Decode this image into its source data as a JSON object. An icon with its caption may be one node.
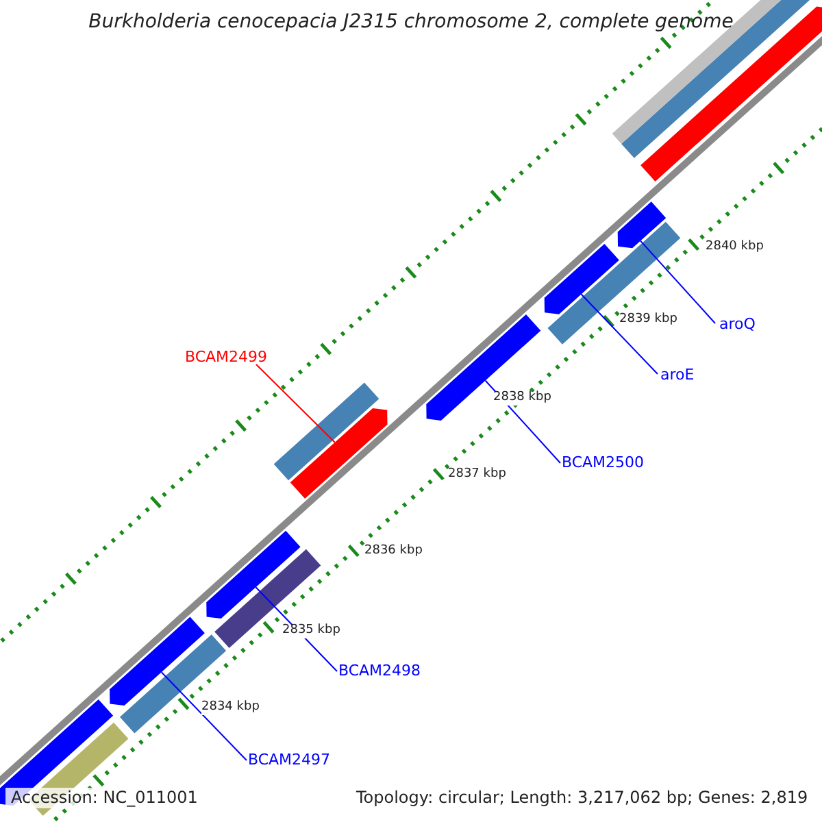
{
  "diagram": {
    "title": "Burkholderia cenocepacia J2315 chromosome 2, complete genome",
    "nodes": [
      {
        "text": [
          "aroQ"
        ]
      },
      {
        "text": [
          "BCAM2499"
        ]
      },
      {
        "text": [
          "aroE"
        ]
      },
      {
        "text": [
          "BCAM2500"
        ]
      },
      {
        "text": [
          "BCAM2498"
        ]
      },
      {
        "text": [
          "BCAM2497"
        ]
      },
      {
        "text": [],
        "shape": "arrow"
      },
      {
        "text": [],
        "shape": "arrow"
      },
      {
        "text": [],
        "shape": "arrow"
      },
      {
        "text": [],
        "shape": "arrow"
      },
      {
        "text": [],
        "shape": "arrow"
      },
      {
        "text": [],
        "shape": "arrow"
      }
    ],
    "edges": [
      {
        "from": 0,
        "to": 6,
        "arrow": "none"
      },
      {
        "from": 1,
        "to": 7,
        "arrow": "none",
        "color": "#ff0000"
      },
      {
        "from": 2,
        "to": 8,
        "arrow": "none"
      },
      {
        "from": 3,
        "to": 9,
        "arrow": "none"
      },
      {
        "from": 4,
        "to": 10,
        "arrow": "none"
      },
      {
        "from": 5,
        "to": 11,
        "arrow": "none"
      }
    ],
    "labels": [
      "2840 kbp",
      "2839 kbp",
      "2838 kbp",
      "2837 kbp",
      "2836 kbp",
      "2835 kbp",
      "2834 kbp",
      "Accession: NC_011001",
      "Topology: circular; Length: 3,217,062 bp; Genes: 2,819"
    ]
  }
}
